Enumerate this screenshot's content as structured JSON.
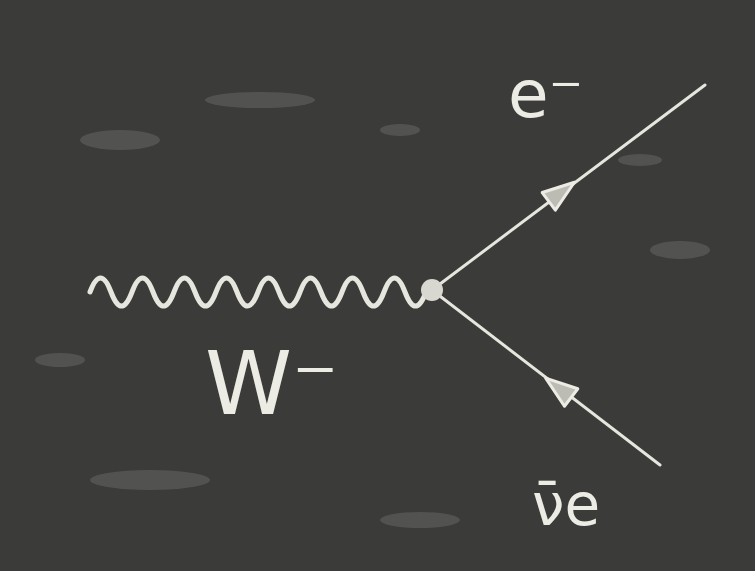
{
  "diagram": {
    "labels": [
      "e⁻",
      "W⁻",
      "ν̄e"
    ]
  }
}
